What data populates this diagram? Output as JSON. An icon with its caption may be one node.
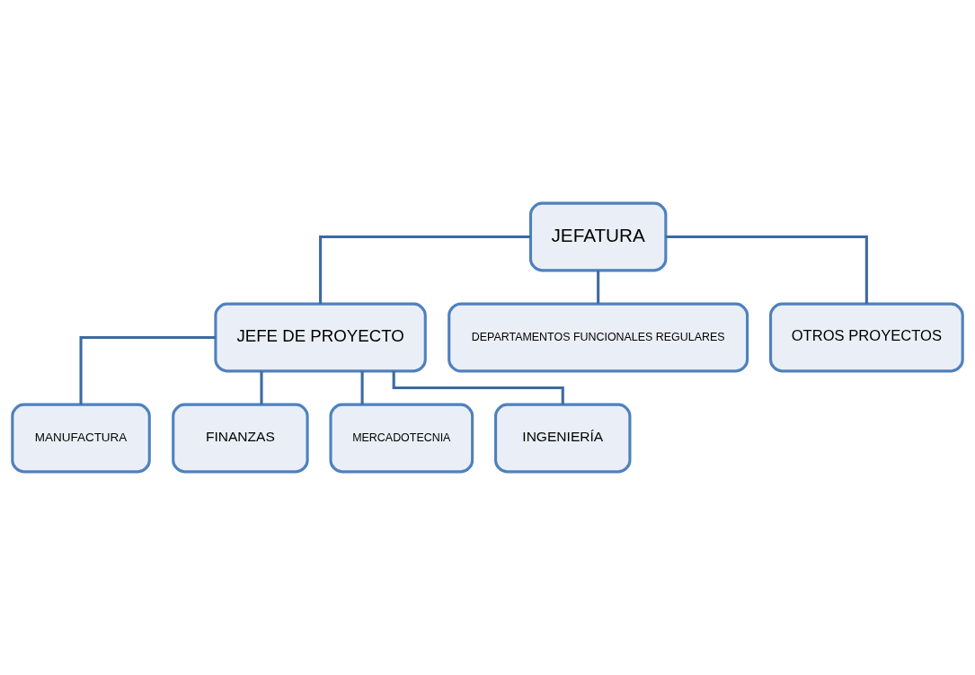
{
  "diagram": {
    "nodes": [
      {
        "text": [
          "JEFATURA"
        ]
      },
      {
        "text": [
          "JEFE DE PROYECTO"
        ]
      },
      {
        "text": [
          "DEPARTAMENTOS FUNCIONALES REGULARES"
        ]
      },
      {
        "text": [
          "OTROS PROYECTOS"
        ]
      },
      {
        "text": [
          "MANUFACTURA"
        ]
      },
      {
        "text": [
          "FINANZAS"
        ]
      },
      {
        "text": [
          "MERCADOTECNIA"
        ]
      },
      {
        "text": [
          "INGENIERÍA"
        ]
      }
    ],
    "edges": [
      {
        "from": 0,
        "to": 1,
        "arrow": "none"
      },
      {
        "from": 0,
        "to": 2,
        "arrow": "none"
      },
      {
        "from": 0,
        "to": 3,
        "arrow": "none"
      },
      {
        "from": 1,
        "to": 4,
        "arrow": "none"
      },
      {
        "from": 1,
        "to": 5,
        "arrow": "none"
      },
      {
        "from": 1,
        "to": 6,
        "arrow": "none"
      },
      {
        "from": 1,
        "to": 7,
        "arrow": "none"
      }
    ]
  }
}
